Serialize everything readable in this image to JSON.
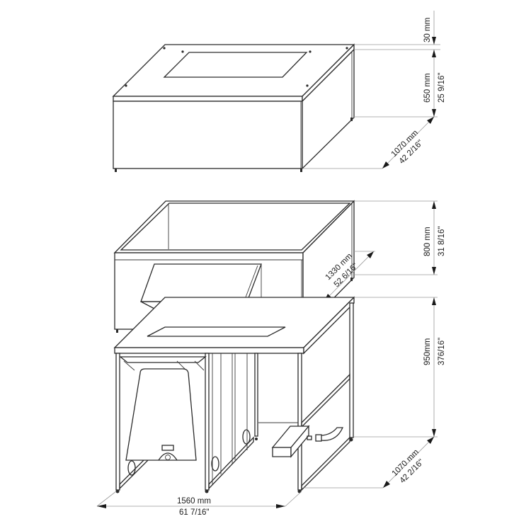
{
  "drawing": {
    "title": "Technical drawing: machine housing, tank unit and stand with dimensions",
    "colors": {
      "line": "#2a2a2a",
      "dimension_line": "#9a9a9a",
      "background": "#ffffff"
    }
  },
  "dimensions": {
    "top_unit": {
      "lid_thickness": {
        "metric": "30  mm"
      },
      "height": {
        "metric": "650  mm",
        "imperial": "25 9/16\""
      },
      "depth": {
        "metric": "1070 mm",
        "imperial": "42 2/16\""
      }
    },
    "middle_unit": {
      "height": {
        "metric": "800 mm",
        "imperial": "31 8/16\""
      },
      "width": {
        "metric": "1330 mm",
        "imperial": "52 6/16\""
      }
    },
    "stand": {
      "height": {
        "metric": "950mm",
        "imperial": "376/16\""
      },
      "depth": {
        "metric": "1070 mm",
        "imperial": "42 2/16\""
      },
      "width": {
        "metric": "1560 mm",
        "imperial": "61 7/16\""
      }
    }
  },
  "components": [
    {
      "id": "top-housing",
      "label": "Top housing with hatch"
    },
    {
      "id": "tank-unit",
      "label": "Open tank unit with chute"
    },
    {
      "id": "stand",
      "label": "Frame stand"
    },
    {
      "id": "bin",
      "label": "Wheeled collection bin"
    },
    {
      "id": "drip-tray",
      "label": "Drip tray"
    },
    {
      "id": "drain-hose",
      "label": "Drain hose"
    }
  ]
}
